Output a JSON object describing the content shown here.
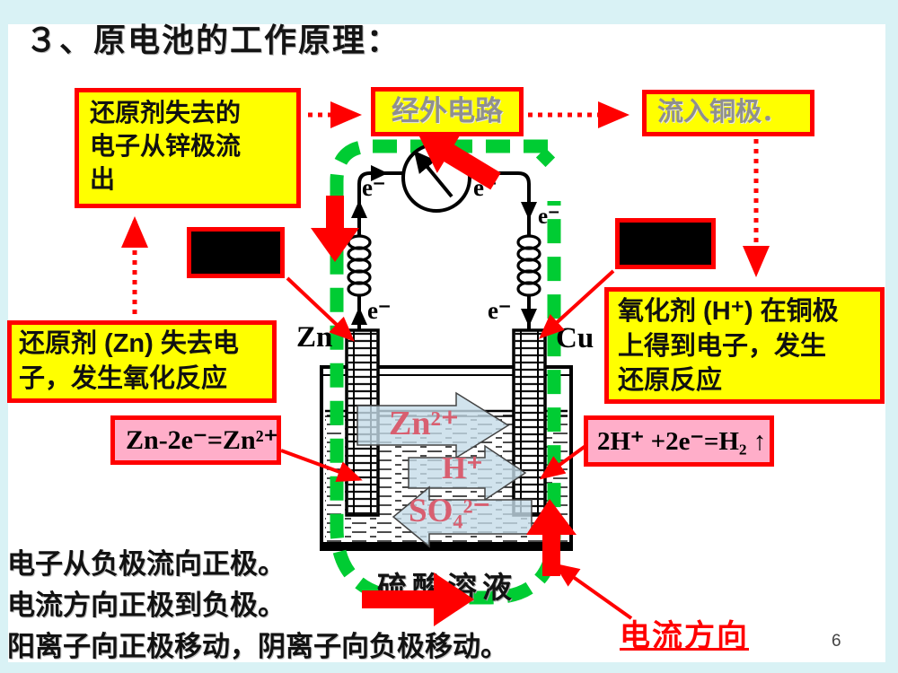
{
  "slide": {
    "title": "３、原电池的工作原理：",
    "page_number": "6"
  },
  "callouts": {
    "electrons_leave_zinc": "还原剂失去的\n电子从锌极流\n出",
    "via_external_circuit": "经外电路",
    "flow_into_copper": "流入铜极．",
    "reducer_oxidation": "还原剂 (Zn) 失去电\n子，发生氧化反应",
    "oxidizer_reduction": "氧化剂 (H⁺) 在铜极\n上得到电子，发生\n还原反应",
    "zn_half_equation": "Zn-2e⁻=Zn²⁺",
    "h_half_equation": "2H⁺ +2e⁻=H₂ ↑"
  },
  "diagram": {
    "zinc_electrode_label": "Zn",
    "copper_electrode_label": "Cu",
    "electron_label": "e⁻",
    "zinc_ion_label": "Zn²⁺",
    "hydrogen_ion_label": "H⁺",
    "sulfate_ion_label": "SO₄²⁻",
    "solution_label": "硫酸溶液",
    "current_direction_label": "电流方向"
  },
  "notes": [
    "电子从负极流向正极。",
    "电流方向正极到负极。",
    "阳离子向正极移动，阴离子向负极移动。"
  ],
  "colors": {
    "background_cyan": "#d9f2f5",
    "highlight_yellow": "#ffff00",
    "accent_red": "#ff0000",
    "equation_pink": "#ffaec9",
    "current_green": "#00cc33",
    "ion_label_pink": "#d85f70",
    "gray_text": "#8f8f8f"
  }
}
